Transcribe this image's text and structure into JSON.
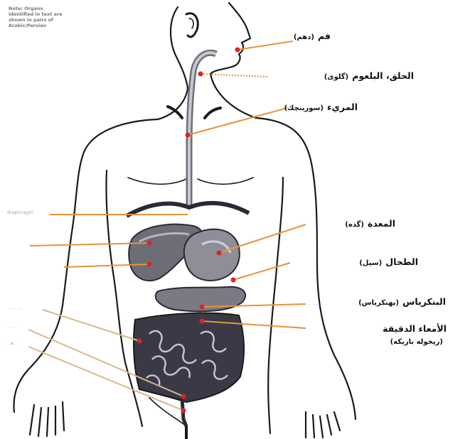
{
  "note": {
    "lines": [
      "Note: Organs",
      "identified in text are",
      "shown in pairs of",
      "Arabic/Persian"
    ]
  },
  "labels": {
    "mouth": {
      "arabic": "فم",
      "urdu": "(دهم)"
    },
    "pharynx": {
      "arabic": "الحلق، البلعوم",
      "urdu": "(گلوی)"
    },
    "esophagus": {
      "arabic": "المريء",
      "urdu": "(سورينچك)"
    },
    "stomach": {
      "arabic": "المعدة",
      "urdu": "(گده)"
    },
    "liver": {
      "arabic": "الطحال",
      "urdu": "(سپل)"
    },
    "pancreas": {
      "arabic": "البنكرياس",
      "urdu": "(پهنكرياس)"
    },
    "small_intestine": {
      "arabic": "الأمعاء الدقيقة",
      "urdu": "(ريخوله باريكه)"
    }
  },
  "faint_labels": {
    "diaphragm": "diaphragm",
    "left_1": "",
    "left_2": "",
    "left_3": "....  ..",
    "left_4": "... ..",
    "left_5": "..a..",
    "right_1": "",
    "right_2": "... ......"
  },
  "colors": {
    "outline": "#1a1a1a",
    "leader_orange": "#e8933a",
    "leader_tan": "#d9b98a",
    "dot_red": "#d8262b",
    "organ_dark": "#2a2a35",
    "organ_mid": "#6d6d78",
    "organ_light": "#b5b5bf"
  }
}
